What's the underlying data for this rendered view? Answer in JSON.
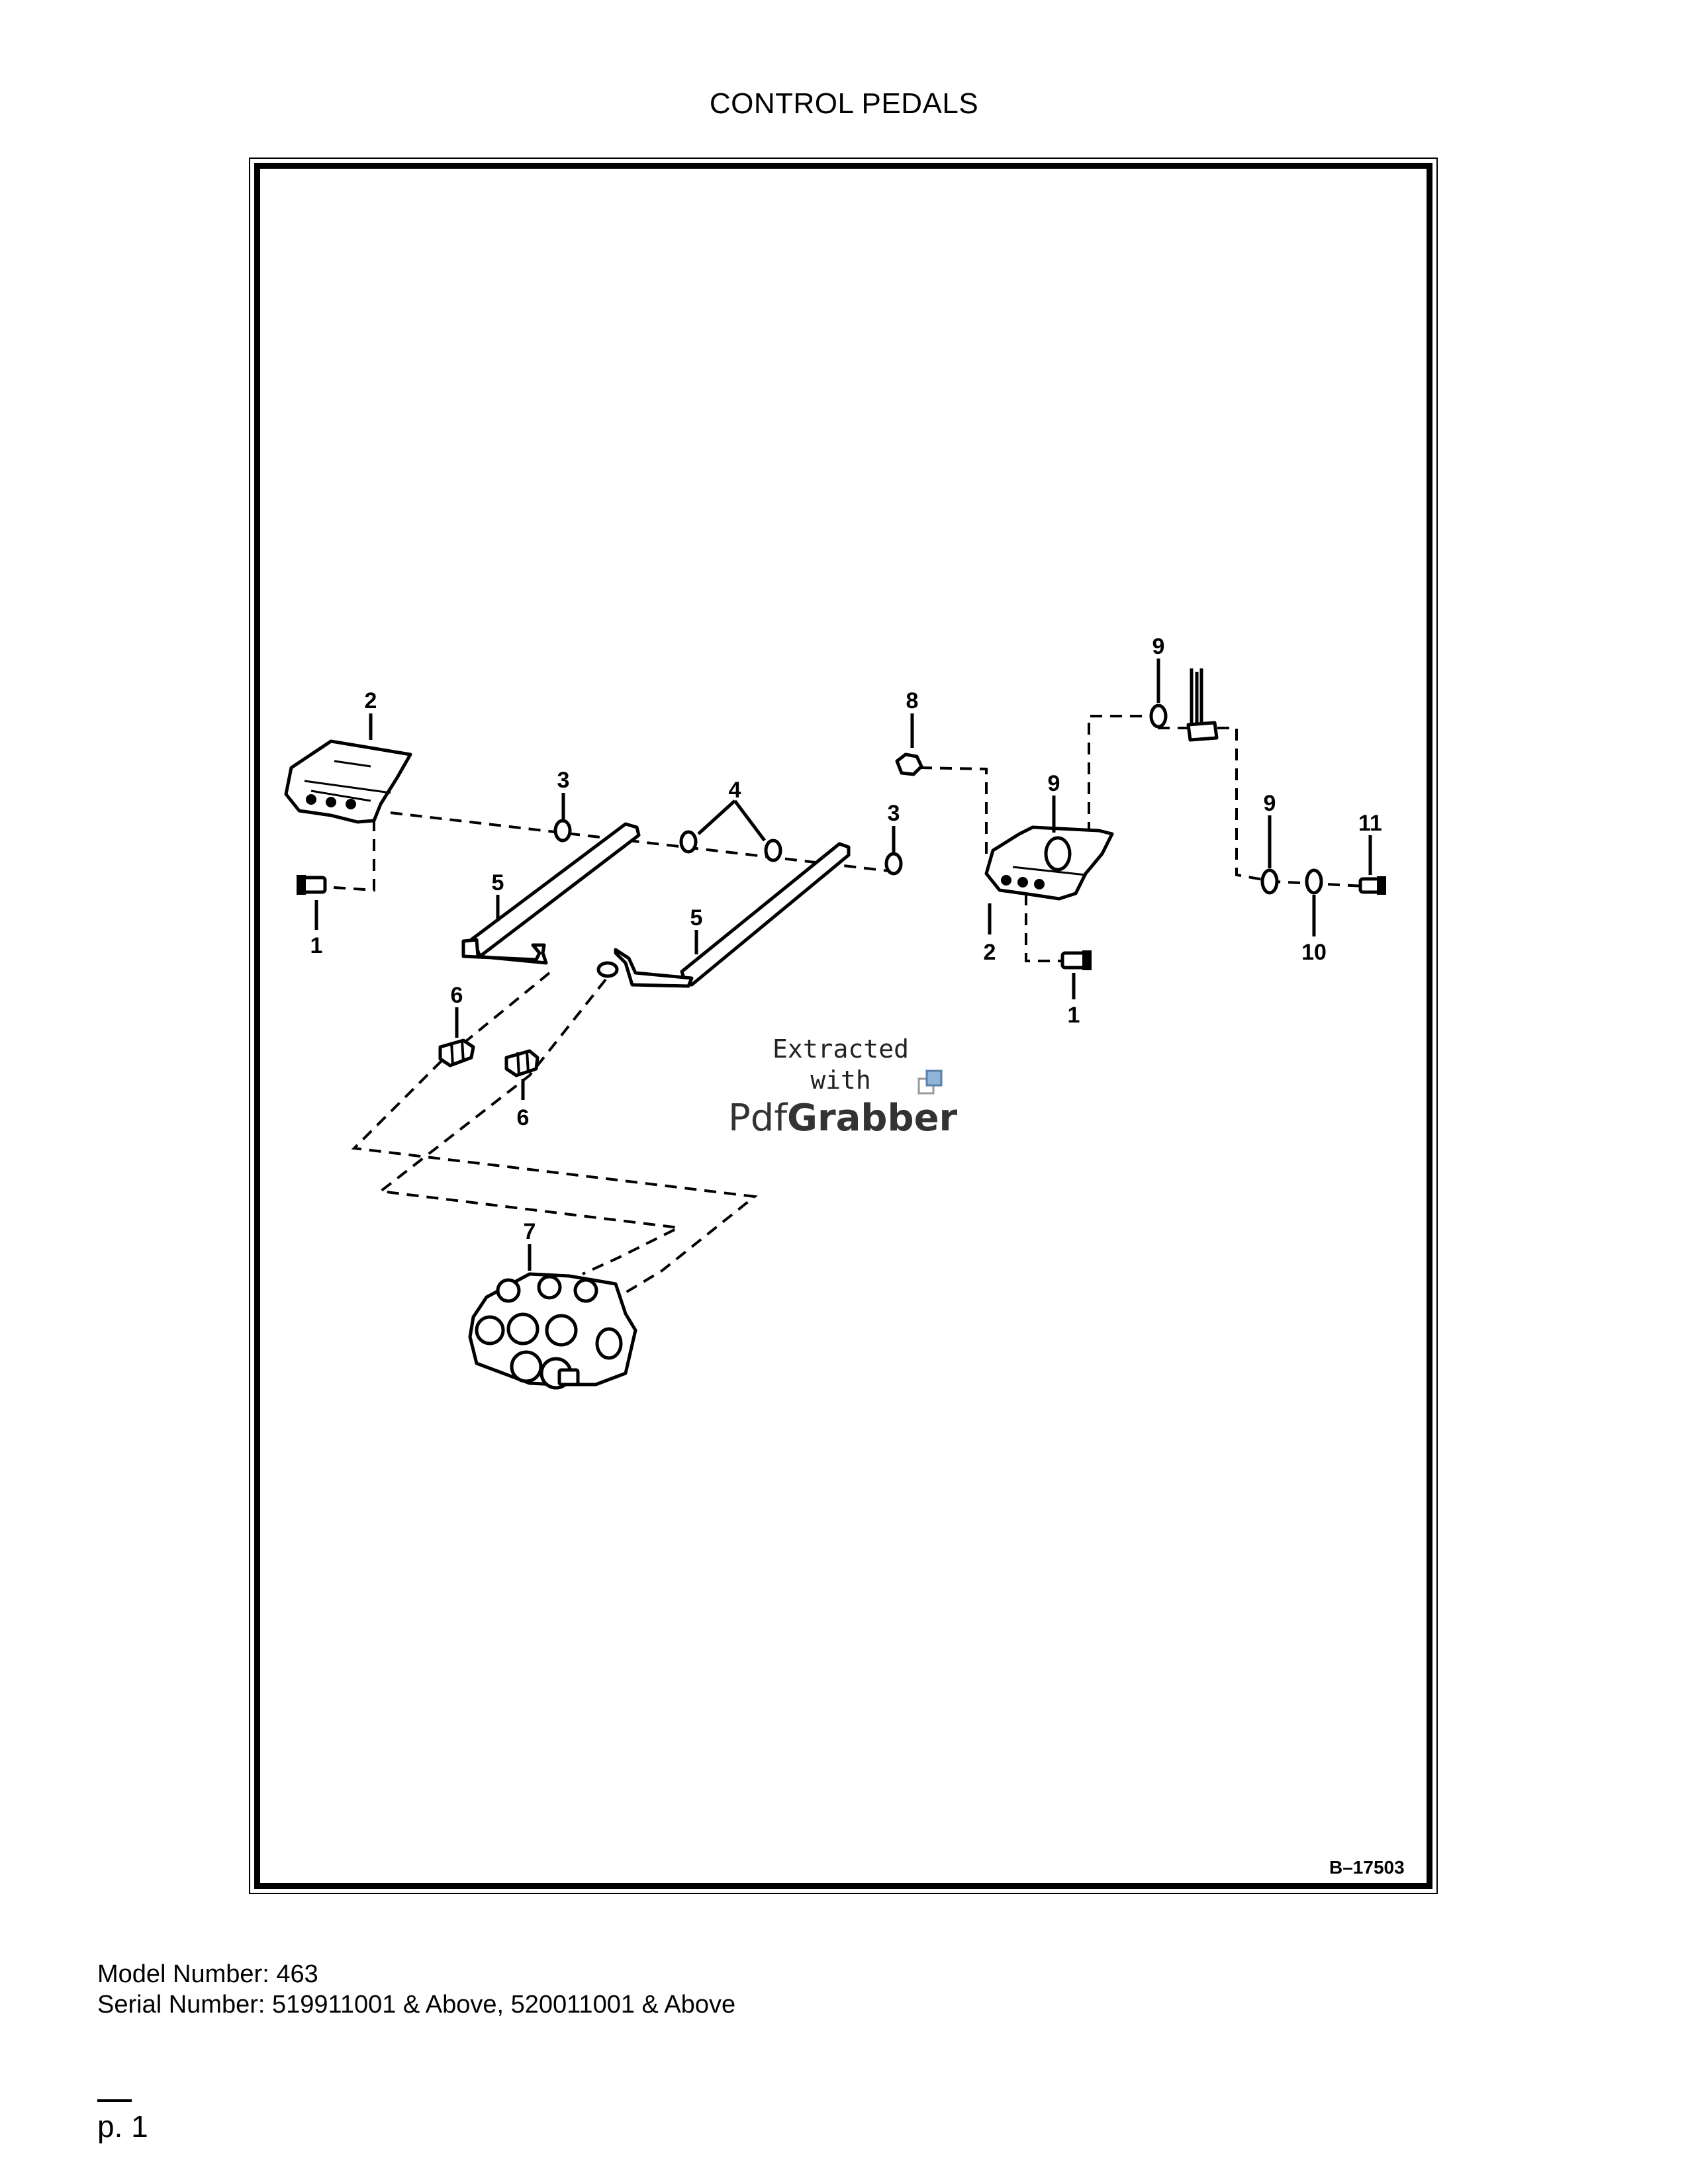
{
  "page": {
    "title": "CONTROL PEDALS",
    "figure_number": "B–17503",
    "page_label": "p. 1"
  },
  "footer": {
    "model_line": "Model Number: 463",
    "serial_line": "Serial Number: 519911001 & Above, 520011001 & Above"
  },
  "watermark": {
    "line1": "Extracted",
    "line2": "with",
    "brand_prefix": "Pdf",
    "brand_suffix": "Grabber"
  },
  "callouts": {
    "left_bolt": "1",
    "right_bolt": "1",
    "left_pedal": "2",
    "right_pedal": "2",
    "left_bushing": "3",
    "right_bushing": "3",
    "spacers": "4",
    "left_link": "5",
    "right_link": "5",
    "upper_clevis": "6",
    "lower_clevis": "6",
    "valve": "7",
    "nut": "8",
    "washer_top": "9",
    "washer_mid": "9",
    "washer_right": "9",
    "washer_10": "10",
    "bolt_11": "11"
  }
}
